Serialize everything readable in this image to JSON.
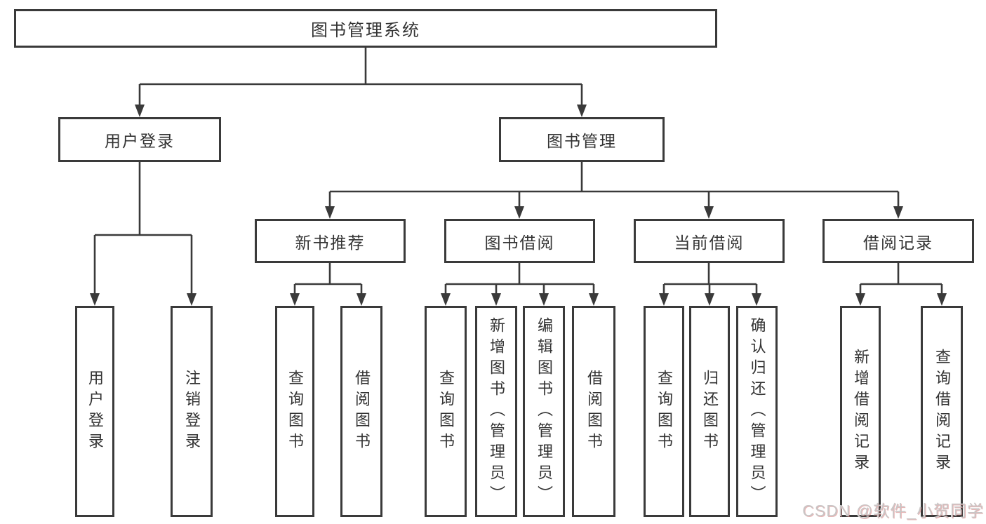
{
  "tree": {
    "label": "图书管理系统",
    "children": [
      {
        "label": "用户登录",
        "children": [
          {
            "label": "用户登录"
          },
          {
            "label": "注销登录"
          }
        ]
      },
      {
        "label": "图书管理",
        "children": [
          {
            "label": "新书推荐",
            "children": [
              {
                "label": "查询图书"
              },
              {
                "label": "借阅图书"
              }
            ]
          },
          {
            "label": "图书借阅",
            "children": [
              {
                "label": "查询图书"
              },
              {
                "label": "新增图书（管理员）"
              },
              {
                "label": "编辑图书（管理员）"
              },
              {
                "label": "借阅图书"
              }
            ]
          },
          {
            "label": "当前借阅",
            "children": [
              {
                "label": "查询图书"
              },
              {
                "label": "归还图书"
              },
              {
                "label": "确认归还（管理员）"
              }
            ]
          },
          {
            "label": "借阅记录",
            "children": [
              {
                "label": "新增借阅记录"
              },
              {
                "label": "查询借阅记录"
              }
            ]
          }
        ]
      }
    ]
  },
  "watermark": {
    "text": "CSDN @软件_小贺同学"
  },
  "colors": {
    "line": "#3a3a3a",
    "text": "#333333",
    "background": "#ffffff",
    "watermark": "#c9c6c6"
  }
}
